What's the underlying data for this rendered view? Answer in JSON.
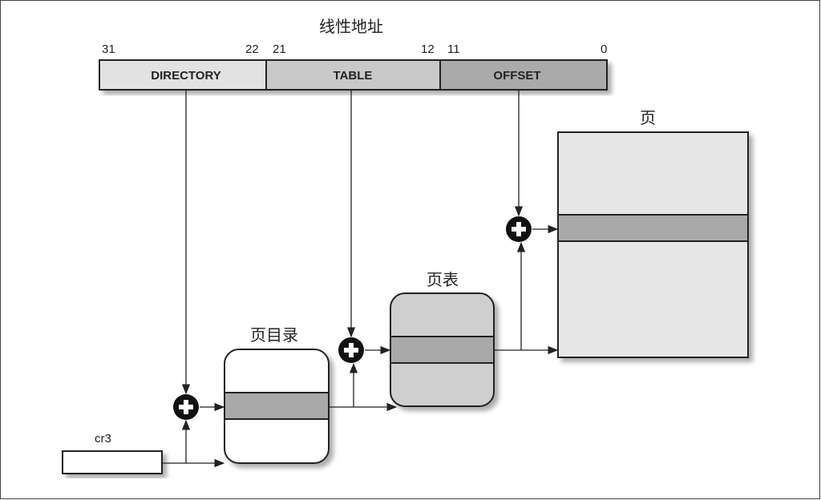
{
  "title": "线性地址",
  "bits": {
    "b31": "31",
    "b22": "22",
    "b21": "21",
    "b12": "12",
    "b11": "11",
    "b0": "0"
  },
  "fields": {
    "directory": "DIRECTORY",
    "table": "TABLE",
    "offset": "OFFSET"
  },
  "labels": {
    "page": "页",
    "page_table": "页表",
    "page_directory": "页目录",
    "cr3": "cr3"
  },
  "colors": {
    "directory": "#e2e2e2",
    "table": "#c9c9c9",
    "offset": "#aaaaaa",
    "band": "#a9a9a9",
    "page": "#e6e6e6"
  }
}
